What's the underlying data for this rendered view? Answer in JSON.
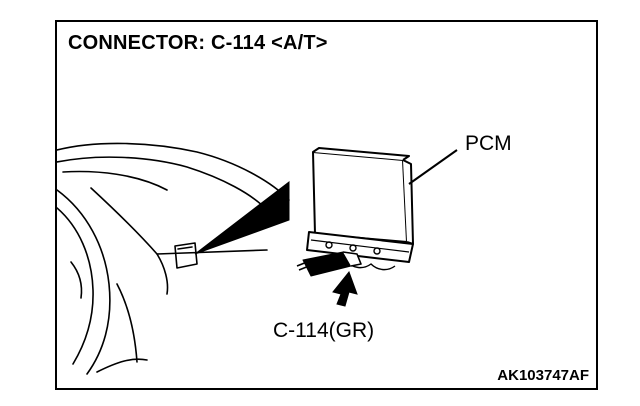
{
  "figure": {
    "title": "CONNECTOR: C-114 <A/T>",
    "labels": {
      "pcm": "PCM",
      "connector": "C-114(GR)"
    },
    "figure_code": "AK103747AF"
  },
  "colors": {
    "line": "#000000",
    "background": "#ffffff"
  }
}
